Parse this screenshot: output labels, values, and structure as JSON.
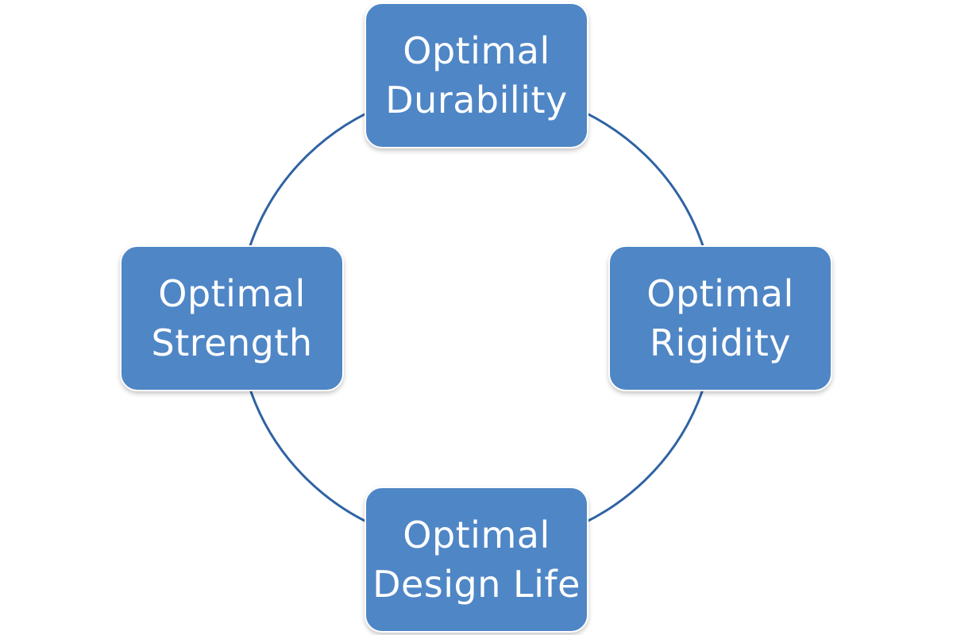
{
  "diagram": {
    "accent_color": "#4f86c6",
    "ring_color": "#2f63a3",
    "nodes": {
      "top": {
        "line1": "Optimal",
        "line2": "Durability"
      },
      "right": {
        "line1": "Optimal",
        "line2": "Rigidity"
      },
      "bottom": {
        "line1": "Optimal",
        "line2": "Design Life"
      },
      "left": {
        "line1": "Optimal",
        "line2": "Strength"
      }
    }
  }
}
